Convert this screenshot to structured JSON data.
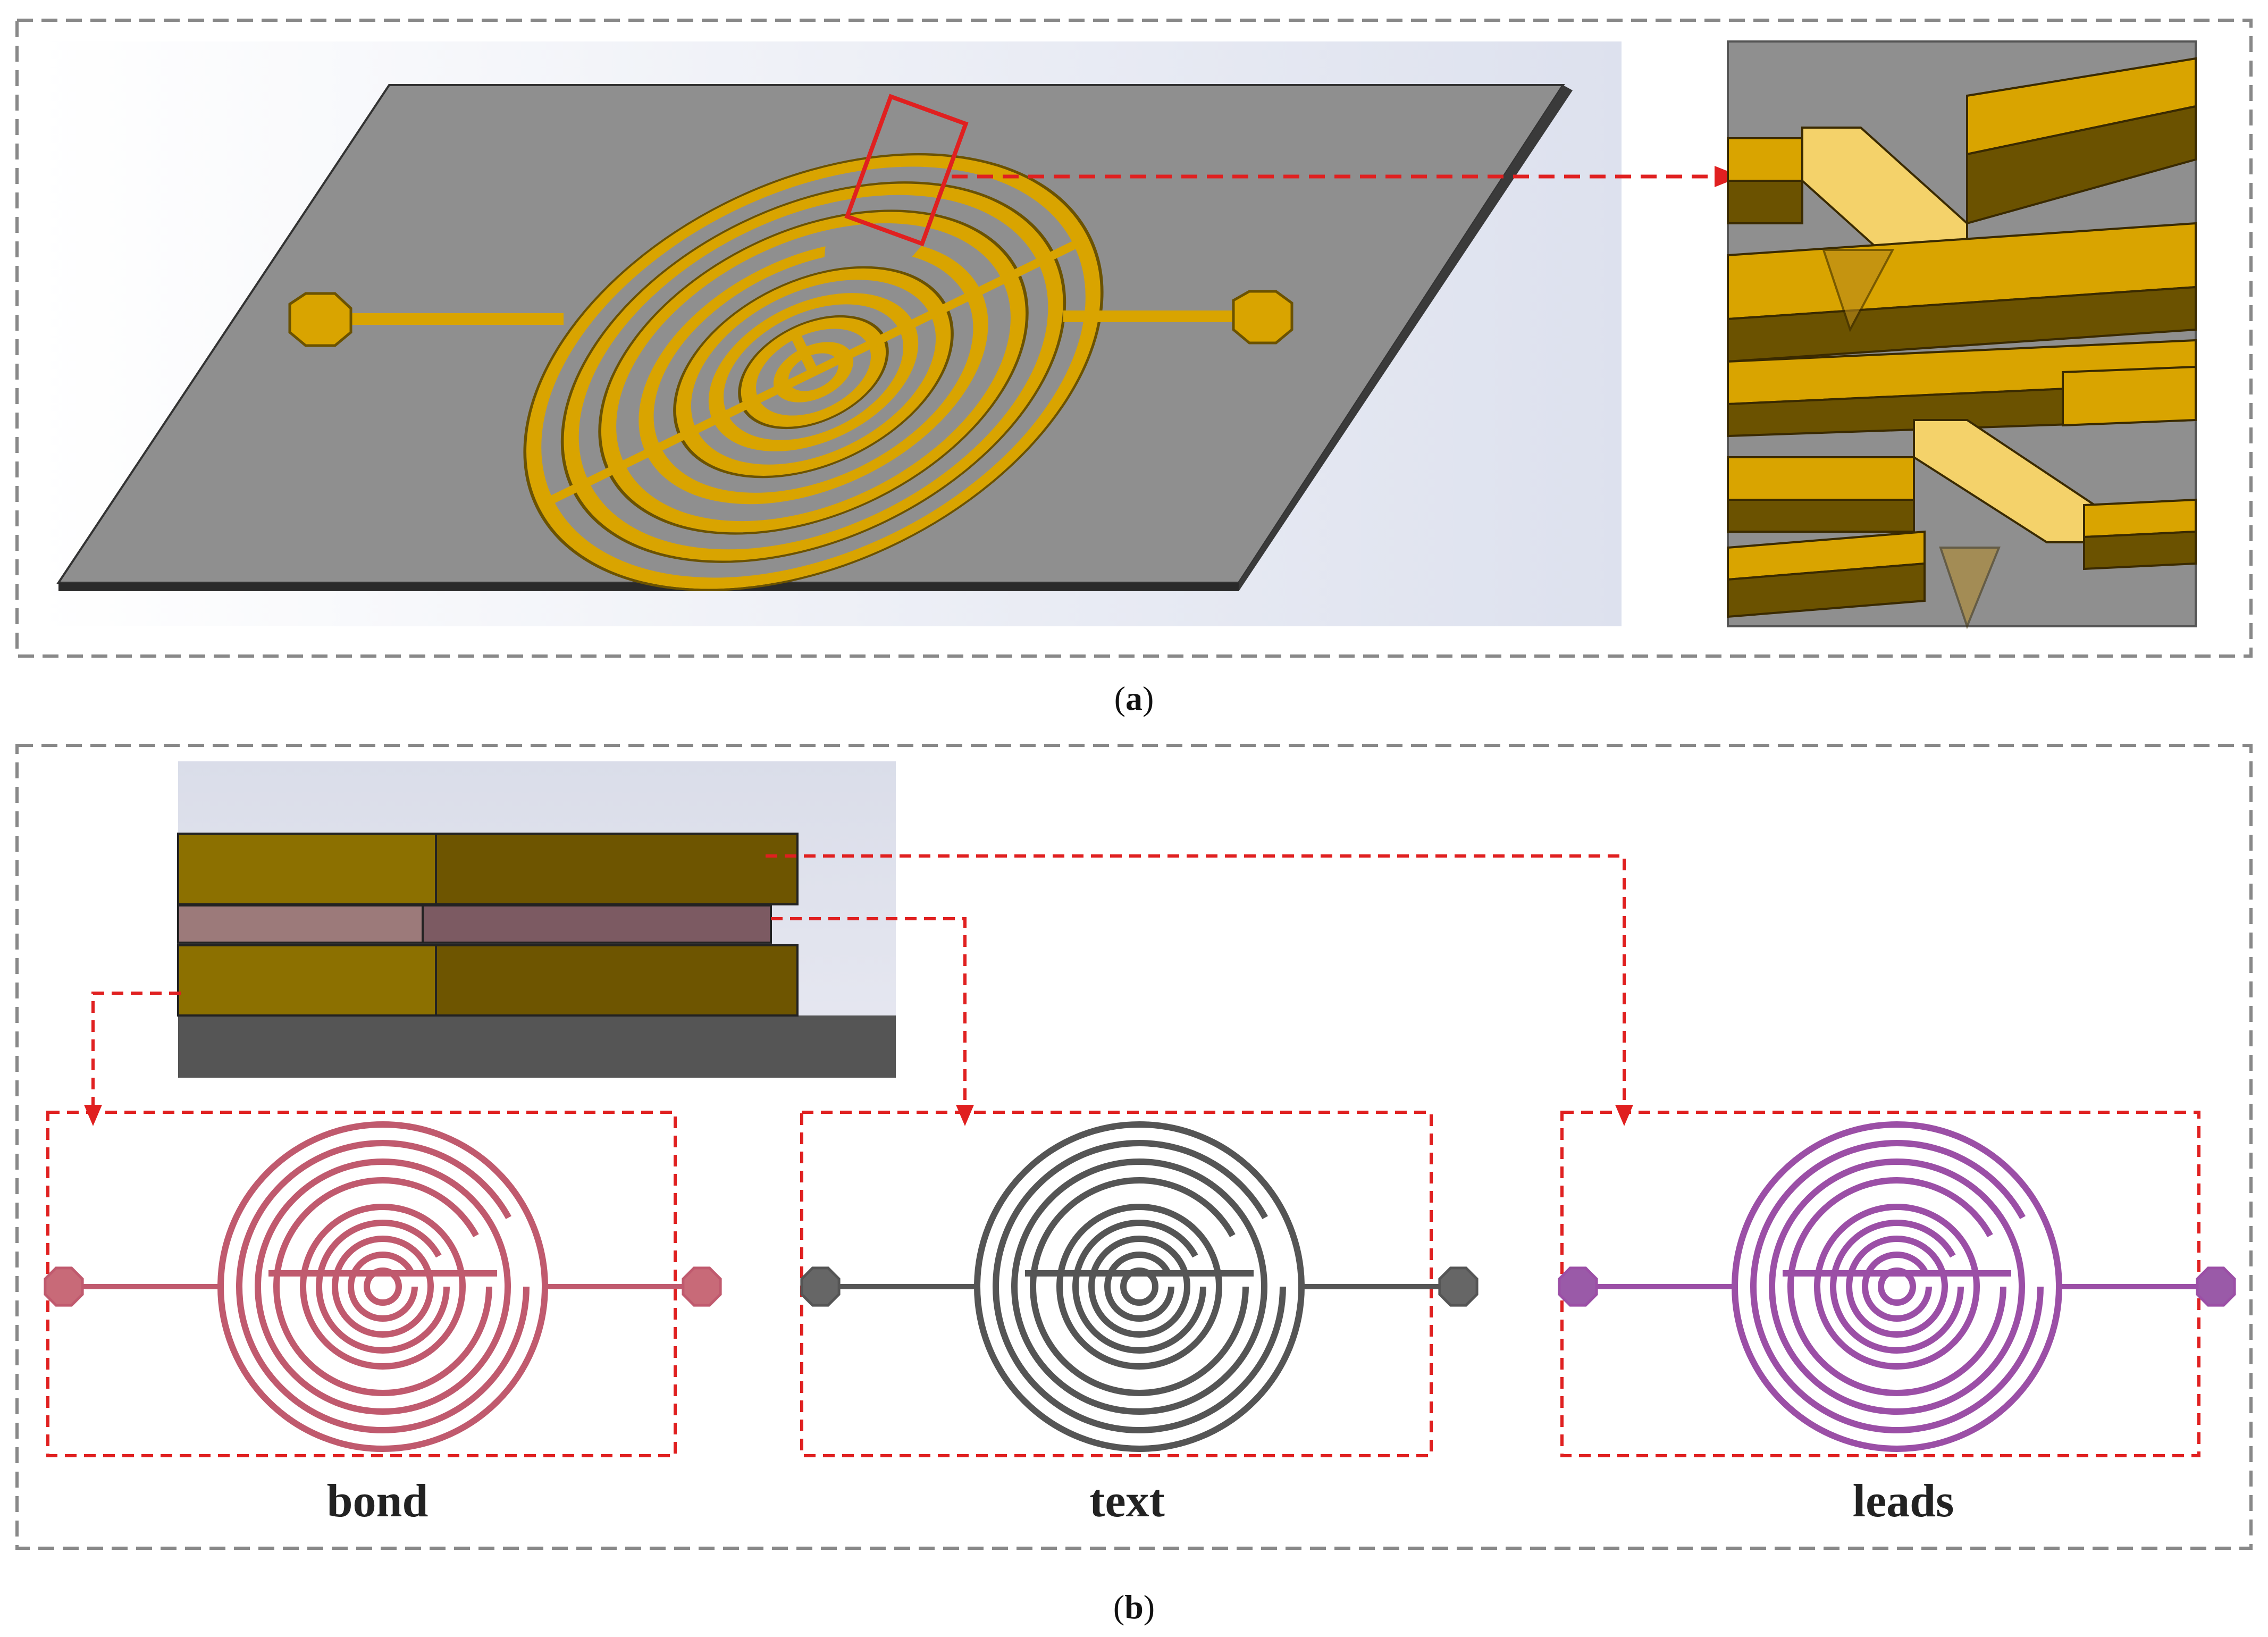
{
  "panel_a": {
    "caption_open": "(",
    "caption_letter": "a",
    "caption_close": ")"
  },
  "panel_b": {
    "caption_open": "(",
    "caption_letter": "b",
    "caption_close": ")",
    "layers": [
      {
        "label": "bond",
        "color": "#c05a6e",
        "pad_color": "#c86a78"
      },
      {
        "label": "text",
        "color": "#555555",
        "pad_color": "#666666"
      },
      {
        "label": "leads",
        "color": "#9b4fa6",
        "pad_color": "#9a5aa8"
      }
    ]
  },
  "colors": {
    "gold": "#d9a400",
    "gold_dark": "#8a6a00",
    "substrate": "#8f8f8f",
    "callout_red": "#e02020",
    "frame_gray": "#888888",
    "bond_layer": "#9c7a7a",
    "gold_layer_light": "#8c7000",
    "gold_layer_dark": "#6e5500"
  }
}
